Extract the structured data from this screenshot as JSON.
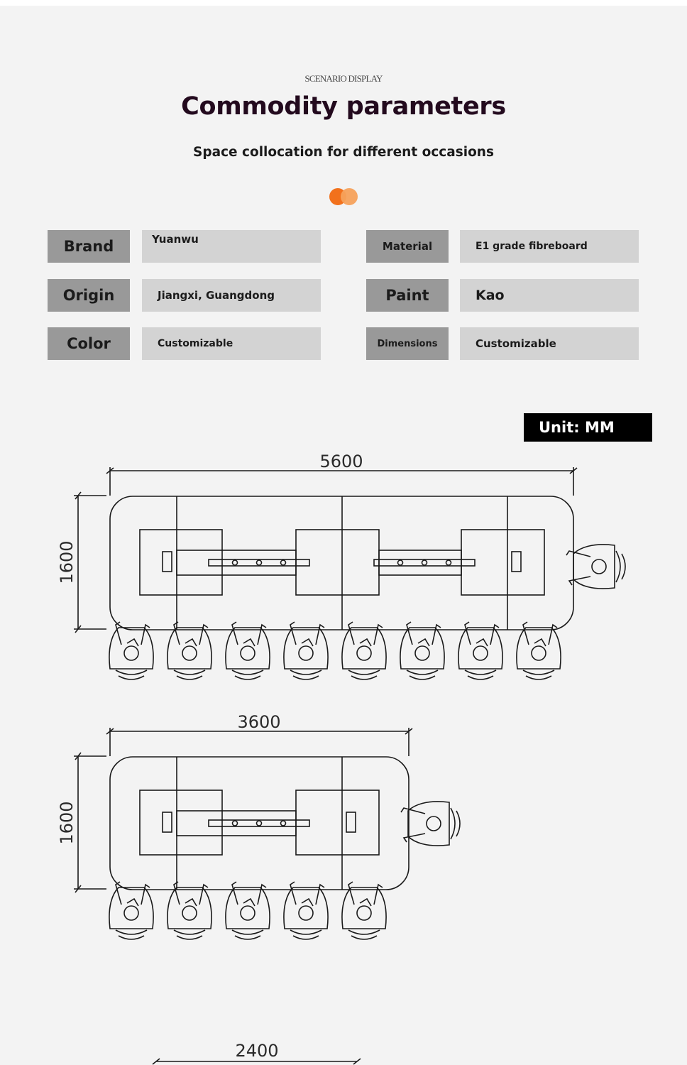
{
  "header": {
    "eyebrow": "SCENARIO DISPLAY",
    "title": "Commodity parameters",
    "subtitle": "Space collocation for different occasions"
  },
  "colors": {
    "accent": "#f2711c",
    "accent_light": "#f6a15b",
    "key_bg": "#999999",
    "value_bg": "#d3d3d3",
    "title": "#230a1e"
  },
  "params": {
    "left": [
      {
        "key": "Brand",
        "value": "Yuanwu"
      },
      {
        "key": "Origin",
        "value": "Jiangxi, Guangdong"
      },
      {
        "key": "Color",
        "value": "Customizable"
      }
    ],
    "right": [
      {
        "key": "Material",
        "value": "E1 grade fibreboard"
      },
      {
        "key": "Paint",
        "value": "Kao"
      },
      {
        "key": "Dimensions",
        "value": "Customizable"
      }
    ]
  },
  "unit_badge": "Unit: MM",
  "plans": [
    {
      "length": "5600",
      "width": "1600",
      "side_seats": 8,
      "end_seats": 1
    },
    {
      "length": "3600",
      "width": "1600",
      "side_seats": 5,
      "end_seats": 1
    },
    {
      "length": "2400"
    }
  ]
}
